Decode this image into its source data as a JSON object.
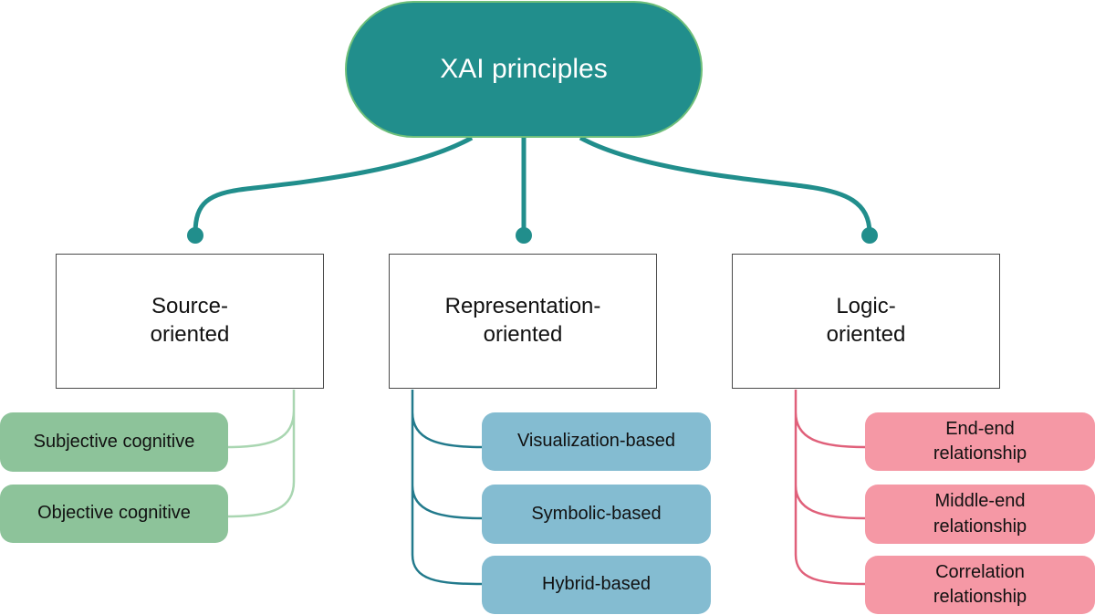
{
  "root": {
    "label": "XAI principles"
  },
  "categories": [
    {
      "line1": "Source-",
      "line2": "oriented",
      "items": [
        "Subjective cognitive",
        "Objective cognitive"
      ]
    },
    {
      "line1": "Representation-",
      "line2": "oriented",
      "items": [
        "Visualization-based",
        "Symbolic-based",
        "Hybrid-based"
      ]
    },
    {
      "line1": "Logic-",
      "line2": "oriented",
      "items": [
        {
          "line1": "End-end",
          "line2": "relationship"
        },
        {
          "line1": "Middle-end",
          "line2": "relationship"
        },
        {
          "line1": "Correlation",
          "line2": "relationship"
        }
      ]
    }
  ],
  "colors": {
    "root_fill": "#218e8c",
    "root_border": "#6fbf7a",
    "connector_teal": "#218e8c",
    "connector_green": "#a9d6b1",
    "connector_blue": "#227a8c",
    "connector_pink": "#e0607a",
    "leaf_green": "#8dc39a",
    "leaf_blue": "#84bcd1",
    "leaf_pink": "#f598a5"
  }
}
